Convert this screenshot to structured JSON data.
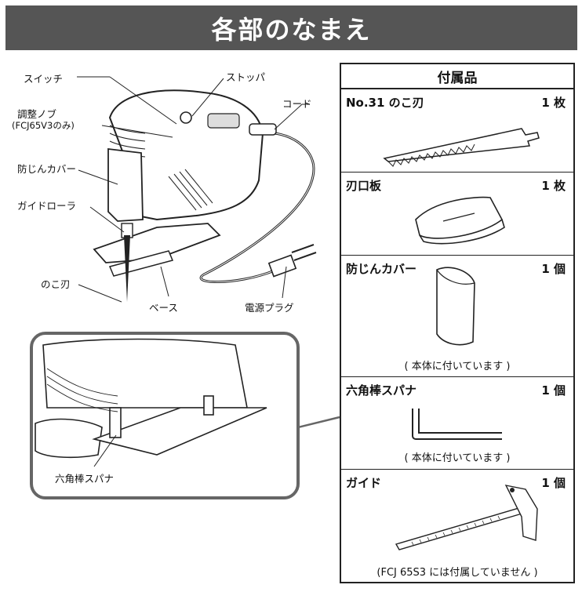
{
  "page": {
    "title": "各部のなまえ"
  },
  "labels": {
    "switch": "スイッチ",
    "stopper": "ストッパ",
    "cord": "コード",
    "adjust_knob": "調整ノブ",
    "adjust_knob_note": "(FCJ65V3のみ)",
    "dust_cover": "防じんカバー",
    "guide_roller": "ガイドローラ",
    "saw_blade": "のこ刃",
    "base": "ベース",
    "plug": "電源プラグ",
    "hex_wrench": "六角棒スパナ"
  },
  "accessories": {
    "title": "付属品",
    "items": [
      {
        "name": "No.31 のこ刃",
        "qty": "1 枚",
        "note": ""
      },
      {
        "name": "刃口板",
        "qty": "1 枚",
        "note": ""
      },
      {
        "name": "防じんカバー",
        "qty": "1 個",
        "note": "( 本体に付いています )"
      },
      {
        "name": "六角棒スパナ",
        "qty": "1 個",
        "note": "( 本体に付いています )"
      },
      {
        "name": "ガイド",
        "qty": "1 個",
        "note": "(FCJ 65S3 には付属していません )"
      }
    ]
  }
}
